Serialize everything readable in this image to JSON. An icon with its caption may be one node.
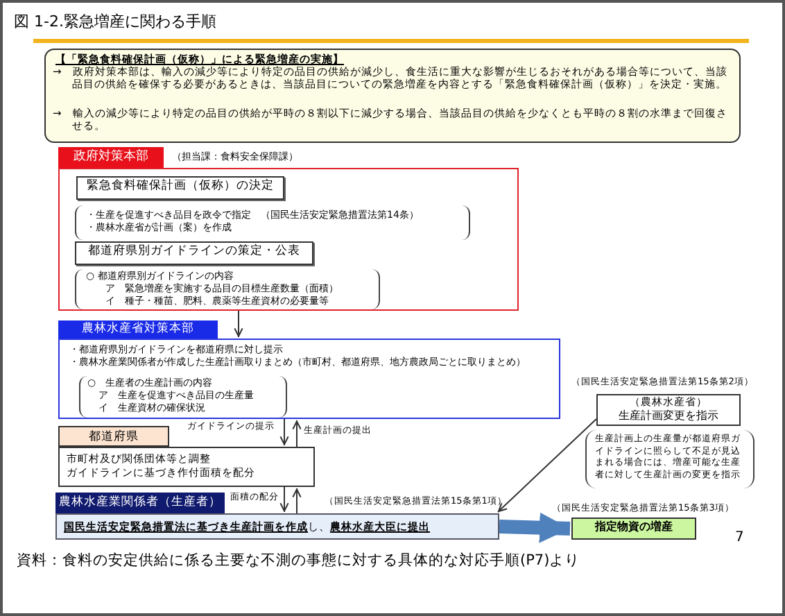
{
  "diagram": {
    "title": "図 1-2.緊急増産に関わる手順",
    "caption": "資料：食料の安定供給に係る主要な不測の事態に対する具体的な対応手順(P7)より",
    "nodes": [
      {
        "text": [
          "【「緊急食料確保計画（仮称）」による緊急増産の実施】",
          "→　政府対策本部は、輸入の減少等により特定の品目の供給が減少し、食生活に重大な影響が生じるおそれがある場合等について、当該品目の供給を確保する必要があるときは、当該品目についての緊急増産を内容とする「緊急食料確保計画（仮称）」を決定・実施。",
          "→　輸入の減少等により特定の品目の供給が平時の８割以下に減少する場合、当該品目の供給を少なくとも平時の８割の水準まで回復させる。"
        ]
      },
      {
        "text": [
          "政府対策本部"
        ],
        "beside": [
          "（担当課：食料安全保障課）"
        ]
      },
      {
        "text": [
          "緊急食料確保計画（仮称）の決定"
        ],
        "in": 1
      },
      {
        "text": [
          "・生産を促進すべき品目を政令で指定　（国民生活安定緊急措置法第14条）",
          "・農林水産省が計画（案）を作成"
        ],
        "in": 1
      },
      {
        "text": [
          "都道府県別ガイドラインの策定・公表"
        ],
        "in": 1
      },
      {
        "text": [
          "○ 都道府県別ガイドラインの内容",
          "ア　緊急増産を実施する品目の目標生産数量（面積）",
          "イ　種子・種苗、肥料、農薬等生産資材の必要量等"
        ],
        "in": 1
      },
      {
        "text": [
          "農林水産省対策本部",
          "・都道府県別ガイドラインを都道府県に対し提示",
          "・農林水産業関係者が作成した生産計画取りまとめ（市町村、都道府県、地方農政局ごとに取りまとめ）"
        ]
      },
      {
        "text": [
          "○　生産者の生産計画の内容",
          "ア　生産を促進すべき品目の生産量",
          "イ　生産資材の確保状況"
        ],
        "in": 6
      },
      {
        "text": [
          "都道府県",
          "市町村及び関係団体等と調整",
          "ガイドラインに基づき作付面積を配分"
        ]
      },
      {
        "text": [
          "農林水産業関係者（生産者）",
          "**国民生活安定緊急措置法に基づき生産計画を作成**し、**農林水産大臣に提出**"
        ]
      },
      {
        "text": [
          "（農林水産省）",
          "生産計画変更を指示"
        ],
        "beside": [
          "（国民生活安定緊急措置法第15条第2項）"
        ]
      },
      {
        "text": [
          "生産計画上の生産量が都道府県ガイドラインに照らして不足が見込まれる場合には、増産可能な生産者に対して生産計画の変更を指示"
        ]
      },
      {
        "text": [
          "指定物資の増産"
        ],
        "beside": [
          "（国民生活安定緊急措置法第15条第3項）"
        ]
      }
    ],
    "edges": [
      {
        "from": 1,
        "to": 6,
        "arrow": "to"
      },
      {
        "from": 6,
        "to": 8,
        "arrow": "to",
        "label": "ガイドラインの提示"
      },
      {
        "from": 8,
        "to": 6,
        "arrow": "to",
        "label": "生産計画の提出"
      },
      {
        "from": 8,
        "to": 9,
        "arrow": "to",
        "label": "面積の配分"
      },
      {
        "from": 9,
        "to": 8,
        "arrow": "to"
      },
      {
        "from": 10,
        "to": 9,
        "arrow": "to"
      },
      {
        "from": 9,
        "to": 12,
        "arrow": "to",
        "style": "thick",
        "color": "#4f81bd"
      }
    ],
    "labels": [
      "（国民生活安定緊急措置法第15条第1項）",
      "7"
    ]
  }
}
